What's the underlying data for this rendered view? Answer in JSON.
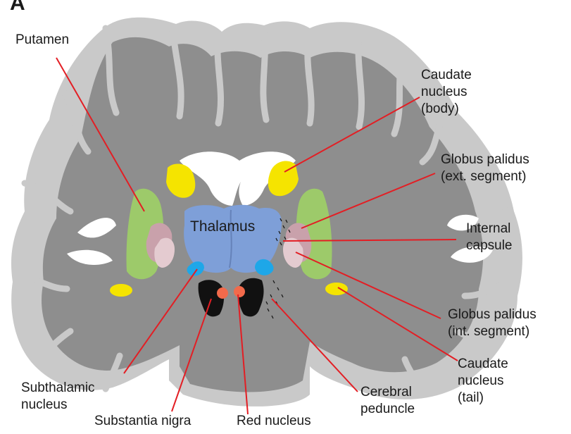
{
  "panel_letter": "A",
  "labels": {
    "putamen": "Putamen",
    "caudate_body": [
      "Caudate",
      "nucleus",
      "(body)"
    ],
    "gp_ext": [
      "Globus palidus",
      "(ext. segment)"
    ],
    "internal_capsule": [
      "Internal",
      "capsule"
    ],
    "gp_int": [
      "Globus palidus",
      "(int. segment)"
    ],
    "caudate_tail": [
      "Caudate",
      "nucleus",
      "(tail)"
    ],
    "cerebral_peduncle": [
      "Cerebral",
      "peduncle"
    ],
    "subthalamic": [
      "Subthalamic",
      "nucleus"
    ],
    "substantia_nigra": "Substantia nigra",
    "red_nucleus": "Red nucleus",
    "thalamus": "Thalamus"
  },
  "colors": {
    "cortex": "#c9c9c9",
    "white_matter": "#8e8e8e",
    "ventricle": "#ffffff",
    "caudate": "#f5e400",
    "putamen": "#9dca6a",
    "gp_ext": "#c9a1ab",
    "gp_int": "#e4cbd0",
    "thalamus": "#7e9fd8",
    "subthalamic": "#1ea7e8",
    "substantia_nigra": "#111111",
    "red_nucleus": "#f26a4b",
    "leader": "#e31e24"
  }
}
